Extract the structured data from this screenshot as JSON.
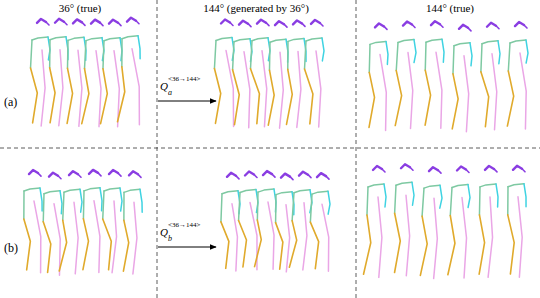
{
  "diagram": {
    "labels": [
      "36° (true)",
      "144° (generated by 36°)",
      "144° (true)",
      "(a)",
      "Q",
      "a",
      "<36→144>",
      "(b)",
      "Q",
      "b",
      "<36→144>"
    ]
  }
}
